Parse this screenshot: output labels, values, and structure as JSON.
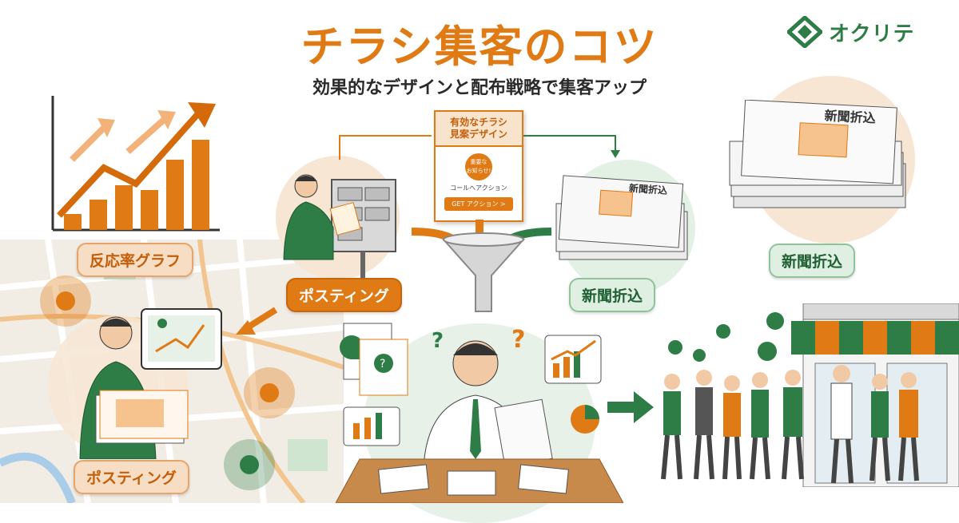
{
  "header": {
    "title": "チラシ集客のコツ",
    "subtitle": "効果的なデザインと配布戦略で集客アップ"
  },
  "logo": {
    "text": "オクリテ",
    "icon": "okurite-logo-icon"
  },
  "flyer": {
    "heading_line1": "有効なチラシ",
    "heading_line2": "見案デザイン",
    "badge": "重要な\nお知らせ!",
    "call": "コールへアクション",
    "button": "GET アクション >"
  },
  "labels": {
    "response_rate": "反応率グラフ",
    "posting_top": "ポスティング",
    "newspaper_center": "新聞折込",
    "newspaper_right": "新聞折込",
    "posting_bottom": "ポスティング",
    "newspaper_stack_text": "新聞折込",
    "newspaper_center_stack_text": "新聞折込"
  },
  "colors": {
    "accent_orange": "#e07a14",
    "accent_green": "#2e7d46",
    "map_bg": "#f1ece4"
  }
}
